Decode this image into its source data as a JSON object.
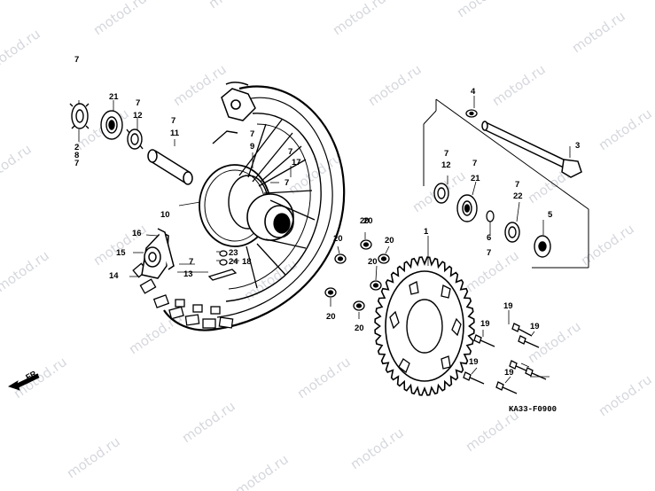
{
  "watermark": "motod.ru",
  "diagram_code": "KA33-F0900",
  "front_indicator": "FR.",
  "callouts": {
    "c7a": "7",
    "c21a": "21",
    "c7b": "7",
    "c12a": "12",
    "c2": "2",
    "c7c": "7",
    "c8": "8",
    "c7d": "7",
    "c11": "11",
    "c7e": "7",
    "c9": "9",
    "c17": "17",
    "c7f": "7",
    "c7g": "7",
    "c10": "10",
    "c16": "16",
    "c15": "15",
    "c14": "14",
    "c7h": "7",
    "c13": "13",
    "c23": "23",
    "c24": "24",
    "c18": "18",
    "c4": "4",
    "c3": "3",
    "c7i": "7",
    "c12b": "12",
    "c7j": "7",
    "c21b": "21",
    "c7k": "7",
    "c22": "22",
    "c5": "5",
    "c6": "6",
    "c7l": "7",
    "c1": "1",
    "c20a": "20",
    "c20b": "20",
    "c20c": "20",
    "c20d": "20",
    "c20e": "20",
    "c20f": "20",
    "c20g": "20",
    "c19a": "19",
    "c19b": "19",
    "c19c": "19",
    "c19d": "19",
    "c19e": "19"
  }
}
